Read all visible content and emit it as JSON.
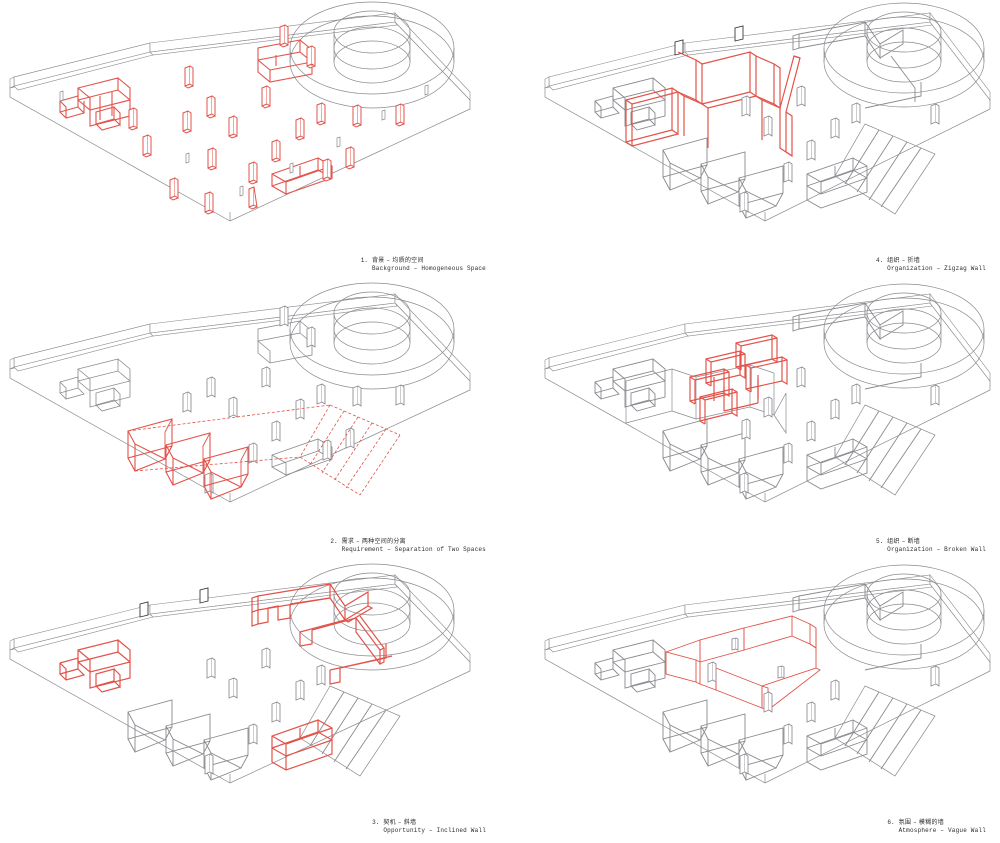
{
  "sheet": {
    "background_color": "#ffffff",
    "layout": "2 columns x 3 rows of axonometric architectural diagrams",
    "line_color_base": "#8a8a8f",
    "line_color_highlight": "#e2534a",
    "line_color_dark": "#3a3a3a"
  },
  "panels": [
    {
      "number": "1.",
      "title_cn": "背景 – 均质的空间",
      "title_en": "Background – Homogeneous Space",
      "highlight": "columns-and-end-walls"
    },
    {
      "number": "2.",
      "title_cn": "需求 – 两种空间的分离",
      "title_en": "Requirement – Separation of Two Spaces",
      "highlight": "room-boxes-and-dashed-zones"
    },
    {
      "number": "3.",
      "title_cn": "契机 – 斜墙",
      "title_en": "Opportunity – Inclined Wall",
      "highlight": "inclined-wall"
    },
    {
      "number": "4.",
      "title_cn": "组织 – 折墙",
      "title_en": "Organization – Zigzag Wall",
      "highlight": "zigzag-wall"
    },
    {
      "number": "5.",
      "title_cn": "组织 – 断墙",
      "title_en": "Organization – Broken Wall",
      "highlight": "broken-wall-segments"
    },
    {
      "number": "6.",
      "title_cn": "氛围 – 模糊的墙",
      "title_en": "Atmosphere – Vague Wall",
      "highlight": "vague-wall-outline"
    }
  ]
}
